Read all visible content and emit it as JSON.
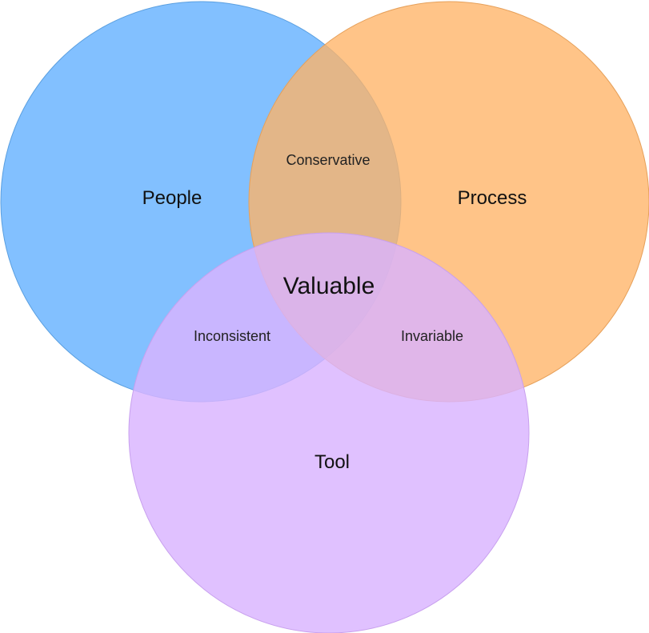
{
  "diagram": {
    "type": "venn",
    "sets": [
      {
        "id": "people",
        "label": "People",
        "color": "#66b2ff"
      },
      {
        "id": "process",
        "label": "Process",
        "color": "#ffb366"
      },
      {
        "id": "tool",
        "label": "Tool",
        "color": "#d9b3ff"
      }
    ],
    "intersections": {
      "people_process": "Conservative",
      "people_tool": "Inconsistent",
      "process_tool": "Invariable",
      "all": "Valuable"
    }
  }
}
